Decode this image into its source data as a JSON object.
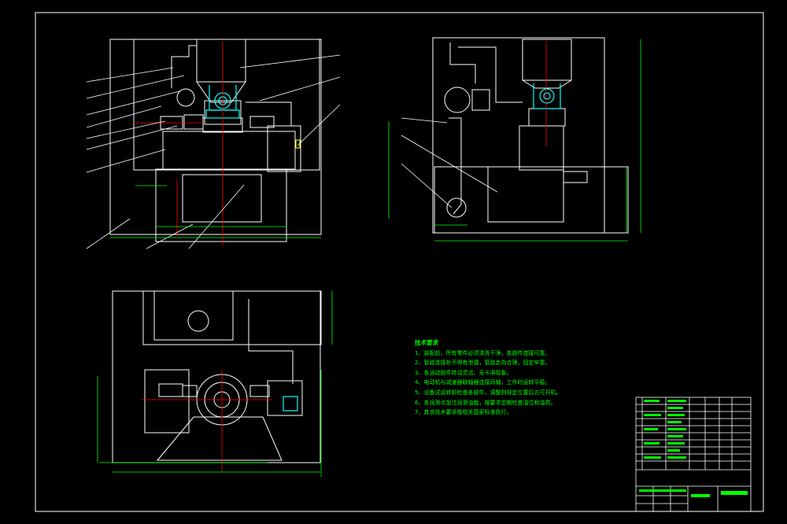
{
  "colors": {
    "background": "#000000",
    "outline": "#ffffff",
    "centerline": "#ff0000",
    "dimension": "#00ff00",
    "leader": "#ffffff",
    "part_fill": "#00ffff",
    "hidden": "#ffff00"
  },
  "technical_notes": {
    "heading": "技术要求",
    "items": [
      "1、装配前，所有零件必须清洗干净，各部件连接可靠。",
      "2、管路连接处不得有泄漏，管路走向合理，固定牢靠。",
      "3、各运动部件转动灵活，无卡滞现象。",
      "4、电动机与减速器联轴器连接同轴，工作时运转平稳。",
      "5、设备试运转前检查各部件，调整到规定位置后方可开机。",
      "6、各润滑点加注润滑油脂，按要求定期检查油位和油质。",
      "7、其余技术要求按相关国家标准执行。"
    ]
  }
}
